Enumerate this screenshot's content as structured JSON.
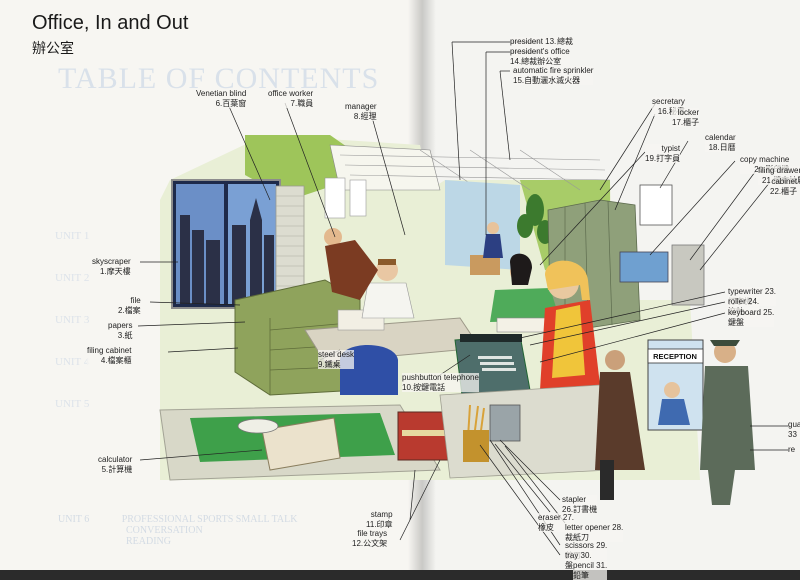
{
  "page_title": "Office, In and Out",
  "page_subtitle": "辦公室",
  "ghost_text": {
    "toc": "TABLE OF CONTENTS",
    "unit_1": "UNIT 1",
    "unit_2": "UNIT 2",
    "unit_3": "UNIT 3",
    "unit_4": "UNIT 4",
    "unit_5": "UNIT 5",
    "unit_6": "UNIT 6",
    "unit_6_a": "PROFESSIONAL SPORTS SMALL TALK",
    "unit_6_b": "CONVERSATION",
    "unit_6_c": "READING"
  },
  "labels": [
    {
      "en": "president 13.",
      "zh": "總裁"
    },
    {
      "en": "president's office",
      "zh": "14.總裁辦公室"
    },
    {
      "en": "automatic fire sprinkler",
      "zh": "15.自動灑水滅火器"
    },
    {
      "en": "Venetian blind",
      "zh": "6.百葉窗"
    },
    {
      "en": "office worker",
      "zh": "7.職員"
    },
    {
      "en": "manager",
      "zh": "8.經理"
    },
    {
      "en": "secretary",
      "zh": "16.秘書"
    },
    {
      "en": "locker",
      "zh": "17.櫃子"
    },
    {
      "en": "calendar",
      "zh": "18.日曆"
    },
    {
      "en": "typist",
      "zh": "19.打字員"
    },
    {
      "en": "copy machine",
      "zh": "20.影印機"
    },
    {
      "en": "filing drawers",
      "zh": "21.檔案抽屜"
    },
    {
      "en": "cabinet",
      "zh": "22.櫃子"
    },
    {
      "en": "skyscraper",
      "zh": "1.摩天樓"
    },
    {
      "en": "file",
      "zh": "2.檔案"
    },
    {
      "en": "papers",
      "zh": "3.紙"
    },
    {
      "en": "filing cabinet",
      "zh": "4.檔案櫃"
    },
    {
      "en": "steel desk",
      "zh": "9.鐵桌"
    },
    {
      "en": "pushbutton telephone",
      "zh": "10.按鍵電話"
    },
    {
      "en": "typewriter 23.",
      "zh": "打字機"
    },
    {
      "en": "roller 24.",
      "zh": "滾軸"
    },
    {
      "en": "keyboard 25.",
      "zh": "鍵盤"
    },
    {
      "en": "calculator",
      "zh": "5.計算機"
    },
    {
      "en": "stamp",
      "zh": "11.印章"
    },
    {
      "en": "file trays",
      "zh": "12.公文架"
    },
    {
      "en": "stapler",
      "zh": "26.訂書機"
    },
    {
      "en": "eraser 27.",
      "zh": "橡皮"
    },
    {
      "en": "letter opener 28.",
      "zh": "裁紙刀"
    },
    {
      "en": "scissors 29.",
      "zh": "剪刀"
    },
    {
      "en": "tray 30.",
      "zh": "盤"
    },
    {
      "en": "pencil 31.",
      "zh": "鉛筆"
    },
    {
      "en": "gua",
      "zh": "33"
    },
    {
      "en": "re",
      "zh": ""
    }
  ],
  "reception_sign": "RECEPTION"
}
